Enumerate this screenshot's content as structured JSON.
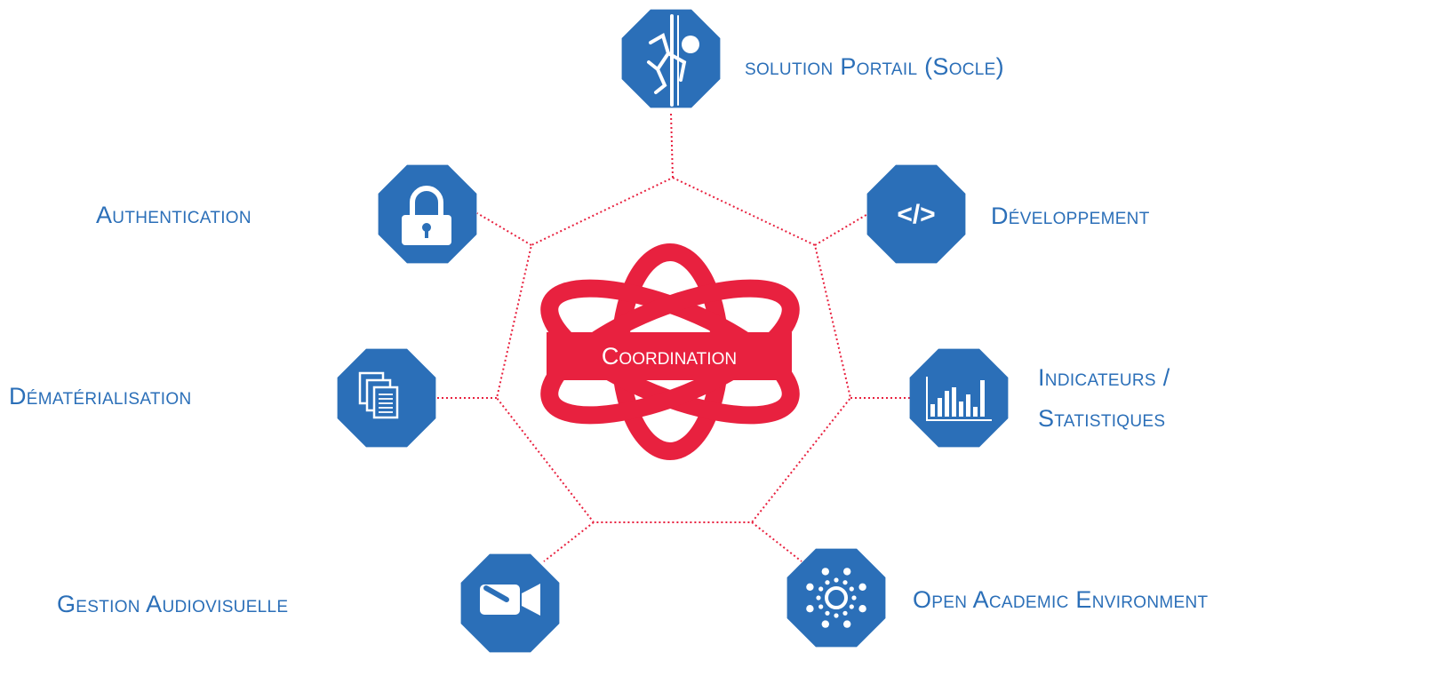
{
  "center": {
    "label": "Coordination"
  },
  "nodes": [
    {
      "id": "portail",
      "icon": "portal-figure-icon",
      "label": "solution Portail (Socle)"
    },
    {
      "id": "dev",
      "icon": "code-tag-icon",
      "label": "Développement",
      "icon_text": "</>"
    },
    {
      "id": "stats",
      "icon": "bar-chart-icon",
      "label_lines": [
        "Indicateurs /",
        "Statistiques"
      ]
    },
    {
      "id": "oae",
      "icon": "dots-circle-icon",
      "label": "Open Academic Environment"
    },
    {
      "id": "av",
      "icon": "video-camera-icon",
      "label": "Gestion Audiovisuelle"
    },
    {
      "id": "demat",
      "icon": "documents-stack-icon",
      "label": "Dématérialisation"
    },
    {
      "id": "auth",
      "icon": "padlock-icon",
      "label": "Authentication"
    }
  ],
  "colors": {
    "node": "#2b6fb8",
    "accent": "#e8213f",
    "connector": "#e8213f",
    "text": "#2b6fb8"
  }
}
